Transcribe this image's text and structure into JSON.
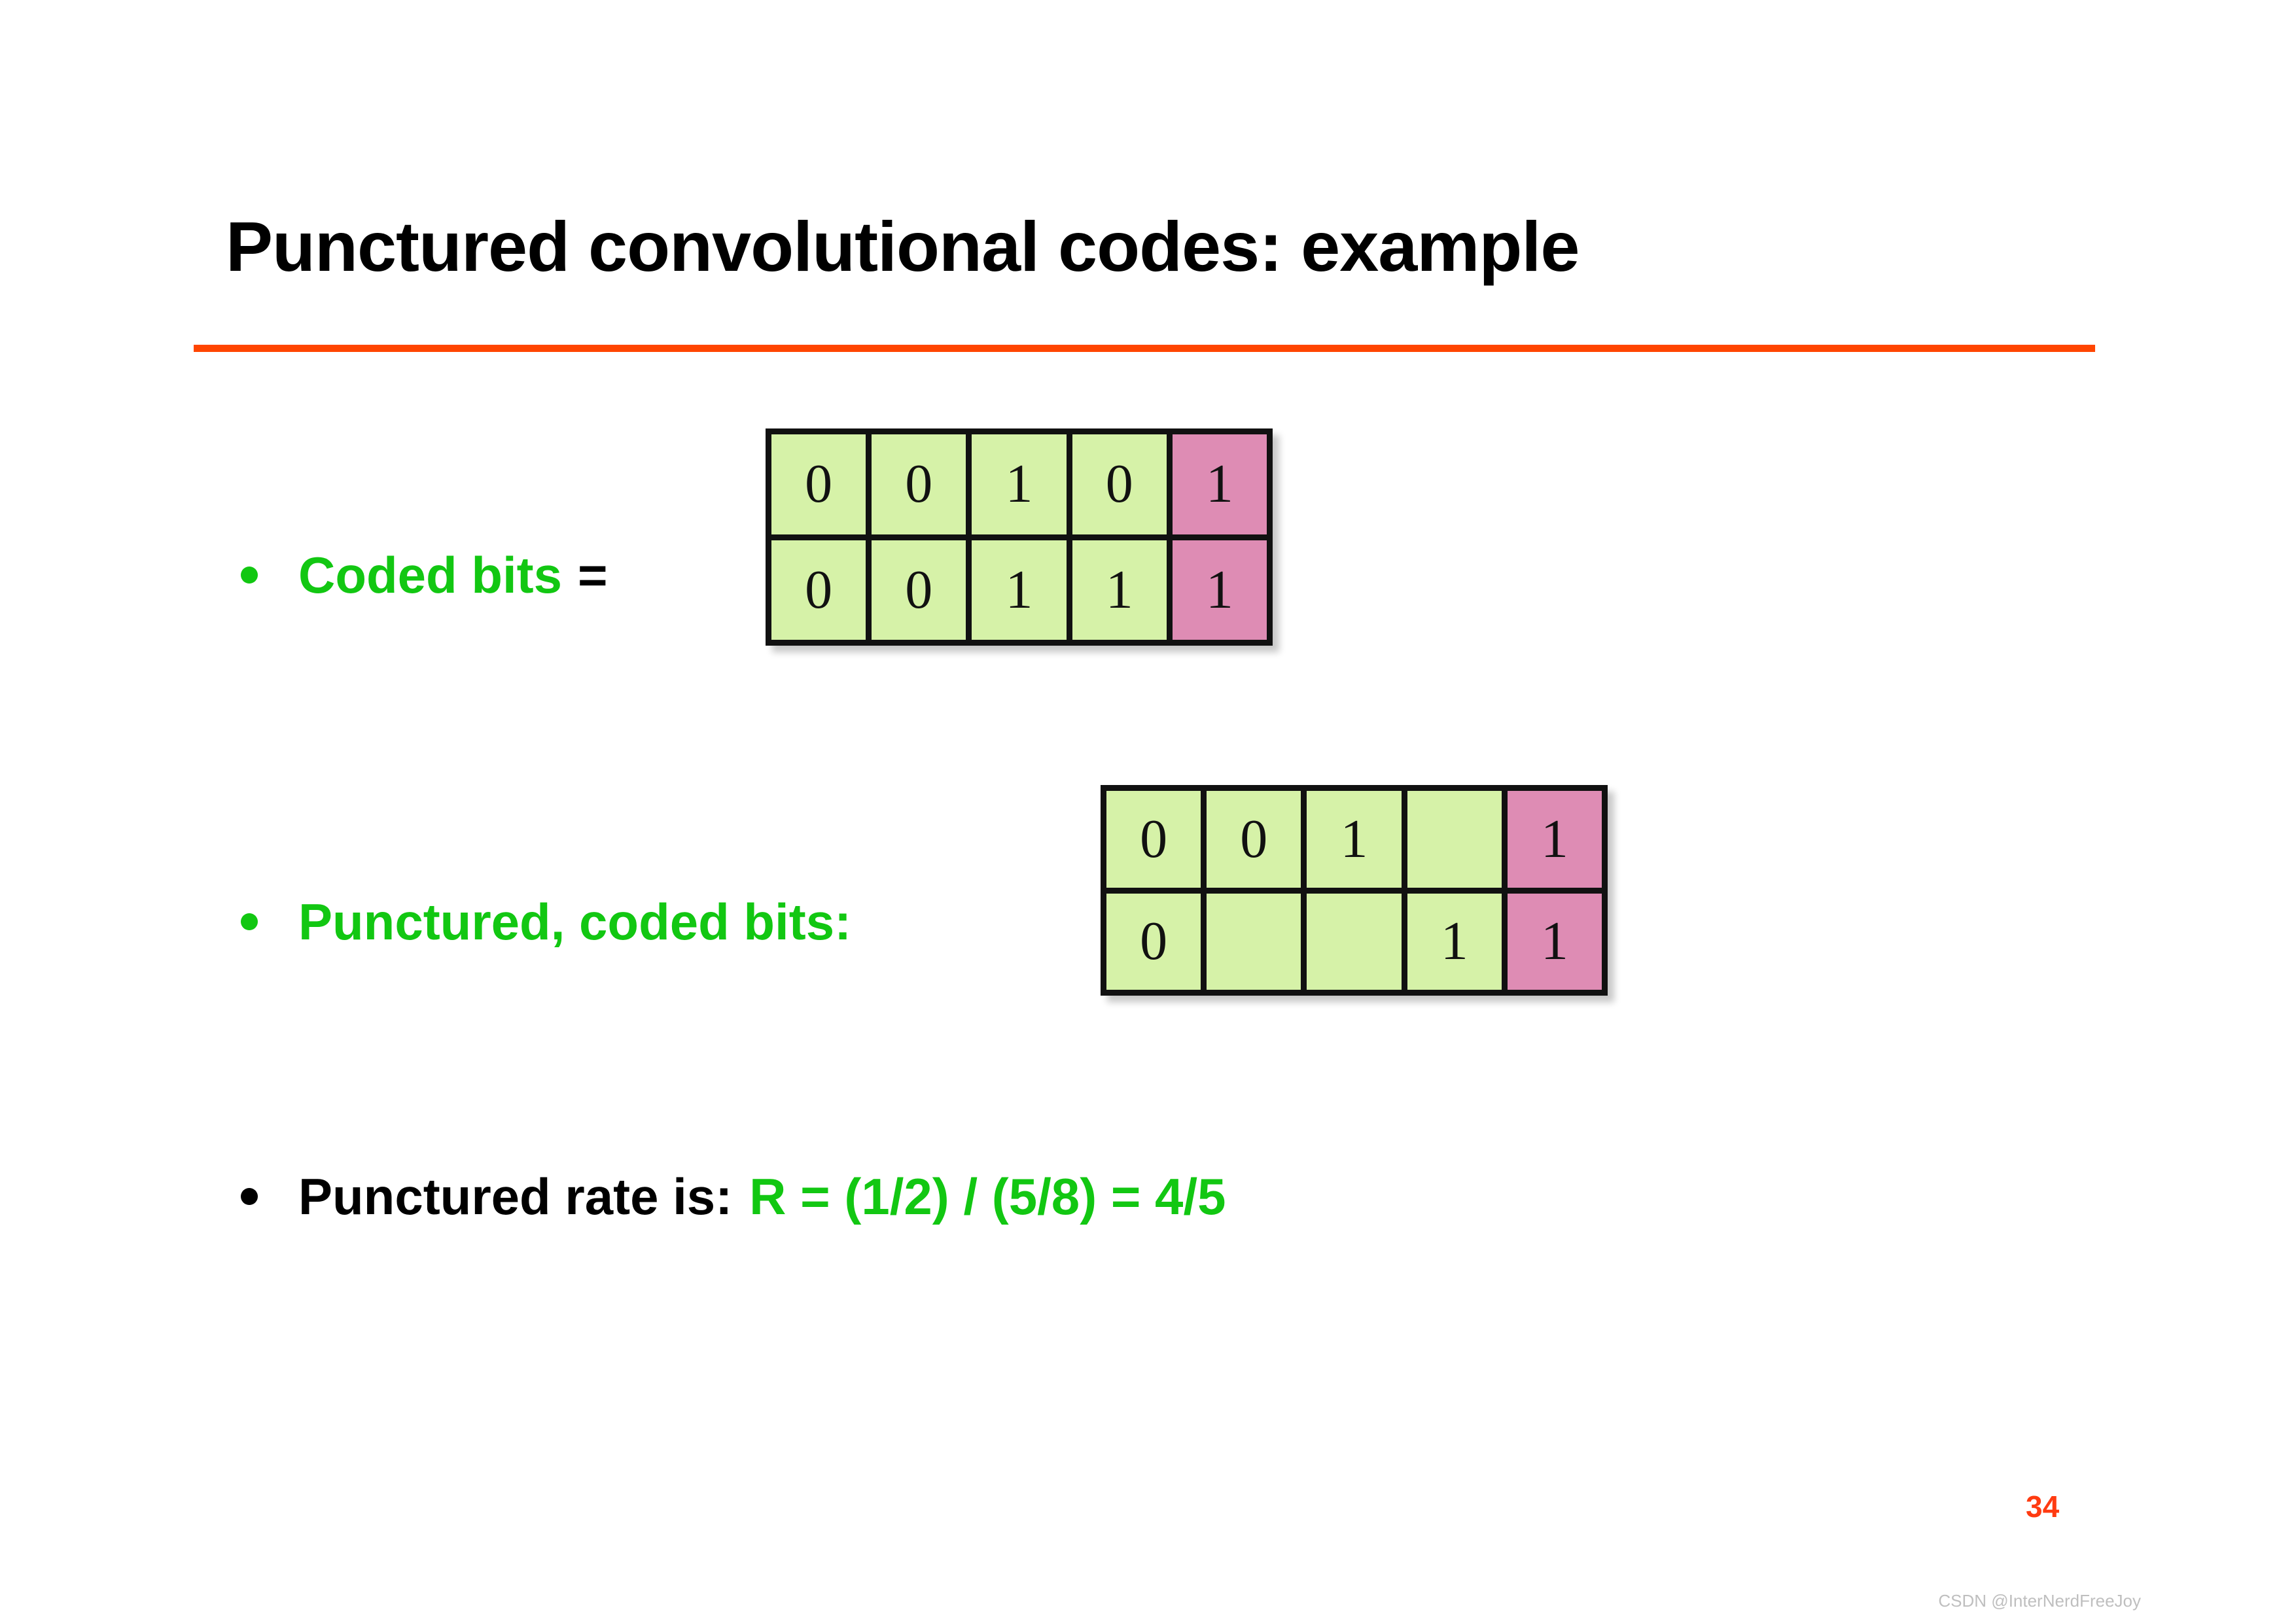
{
  "slide": {
    "title": "Punctured convolutional codes: example",
    "page_number": "34",
    "watermark": "CSDN @InterNerdFreeJoy",
    "accent_rule_color": "#FF4500",
    "highlight_green": "#12C712",
    "cell_green": "#D6F2A8",
    "cell_pink": "#DE8CB4",
    "page_number_color": "#FF3B11"
  },
  "bullets": {
    "coded": {
      "label_green": "Coded bits",
      "equals": "="
    },
    "punctured": {
      "label_green": "Punctured, coded bits:"
    },
    "rate": {
      "label_black": "Punctured rate is",
      "colon": ":",
      "formula_green": "R = (1/2) / (5/8) = 4/5"
    }
  },
  "chart_data": {
    "type": "table",
    "title": "Punctured convolutional codes: example",
    "tables": [
      {
        "name": "coded-bits",
        "caption": "Coded bits",
        "rows": 2,
        "cols": 5,
        "cells": [
          [
            {
              "value": "0",
              "fill": "green"
            },
            {
              "value": "0",
              "fill": "green"
            },
            {
              "value": "1",
              "fill": "green"
            },
            {
              "value": "0",
              "fill": "green"
            },
            {
              "value": "1",
              "fill": "pink"
            }
          ],
          [
            {
              "value": "0",
              "fill": "green"
            },
            {
              "value": "0",
              "fill": "green"
            },
            {
              "value": "1",
              "fill": "green"
            },
            {
              "value": "1",
              "fill": "green"
            },
            {
              "value": "1",
              "fill": "pink"
            }
          ]
        ]
      },
      {
        "name": "punctured-coded-bits",
        "caption": "Punctured, coded bits:",
        "rows": 2,
        "cols": 5,
        "cells": [
          [
            {
              "value": "0",
              "fill": "green"
            },
            {
              "value": "0",
              "fill": "green"
            },
            {
              "value": "1",
              "fill": "green"
            },
            {
              "value": "",
              "fill": "green"
            },
            {
              "value": "1",
              "fill": "pink"
            }
          ],
          [
            {
              "value": "0",
              "fill": "green"
            },
            {
              "value": "",
              "fill": "green"
            },
            {
              "value": "",
              "fill": "green"
            },
            {
              "value": "1",
              "fill": "green"
            },
            {
              "value": "1",
              "fill": "pink"
            }
          ]
        ]
      }
    ]
  }
}
